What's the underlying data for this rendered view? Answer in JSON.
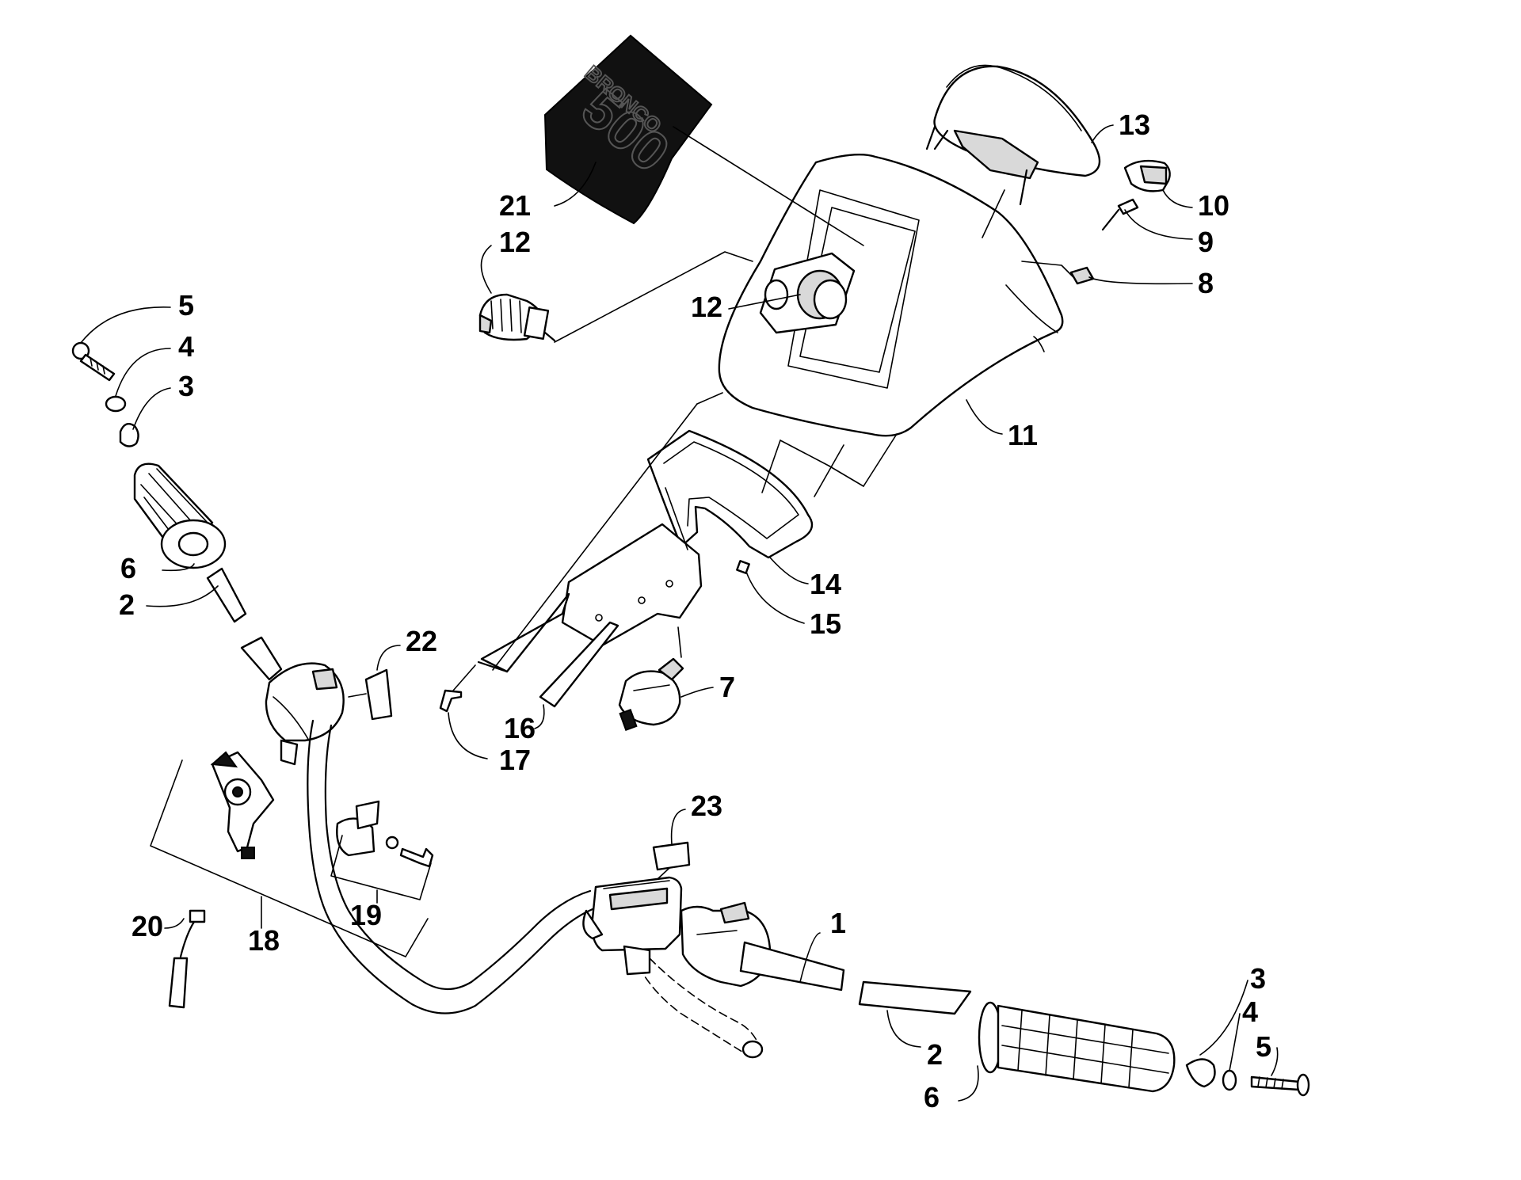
{
  "diagram": {
    "decal_brand": "BRONCO",
    "decal_model": "500",
    "callouts": [
      {
        "id": "c1",
        "label": "1"
      },
      {
        "id": "c2a",
        "label": "2"
      },
      {
        "id": "c2b",
        "label": "2"
      },
      {
        "id": "c3a",
        "label": "3"
      },
      {
        "id": "c3b",
        "label": "3"
      },
      {
        "id": "c4a",
        "label": "4"
      },
      {
        "id": "c4b",
        "label": "4"
      },
      {
        "id": "c5a",
        "label": "5"
      },
      {
        "id": "c5b",
        "label": "5"
      },
      {
        "id": "c6a",
        "label": "6"
      },
      {
        "id": "c6b",
        "label": "6"
      },
      {
        "id": "c7",
        "label": "7"
      },
      {
        "id": "c8",
        "label": "8"
      },
      {
        "id": "c9",
        "label": "9"
      },
      {
        "id": "c10",
        "label": "10"
      },
      {
        "id": "c11",
        "label": "11"
      },
      {
        "id": "c12a",
        "label": "12"
      },
      {
        "id": "c12b",
        "label": "12"
      },
      {
        "id": "c13",
        "label": "13"
      },
      {
        "id": "c14",
        "label": "14"
      },
      {
        "id": "c15",
        "label": "15"
      },
      {
        "id": "c16",
        "label": "16"
      },
      {
        "id": "c17",
        "label": "17"
      },
      {
        "id": "c18",
        "label": "18"
      },
      {
        "id": "c19",
        "label": "19"
      },
      {
        "id": "c20",
        "label": "20"
      },
      {
        "id": "c21",
        "label": "21"
      },
      {
        "id": "c22",
        "label": "22"
      },
      {
        "id": "c23",
        "label": "23"
      }
    ]
  }
}
